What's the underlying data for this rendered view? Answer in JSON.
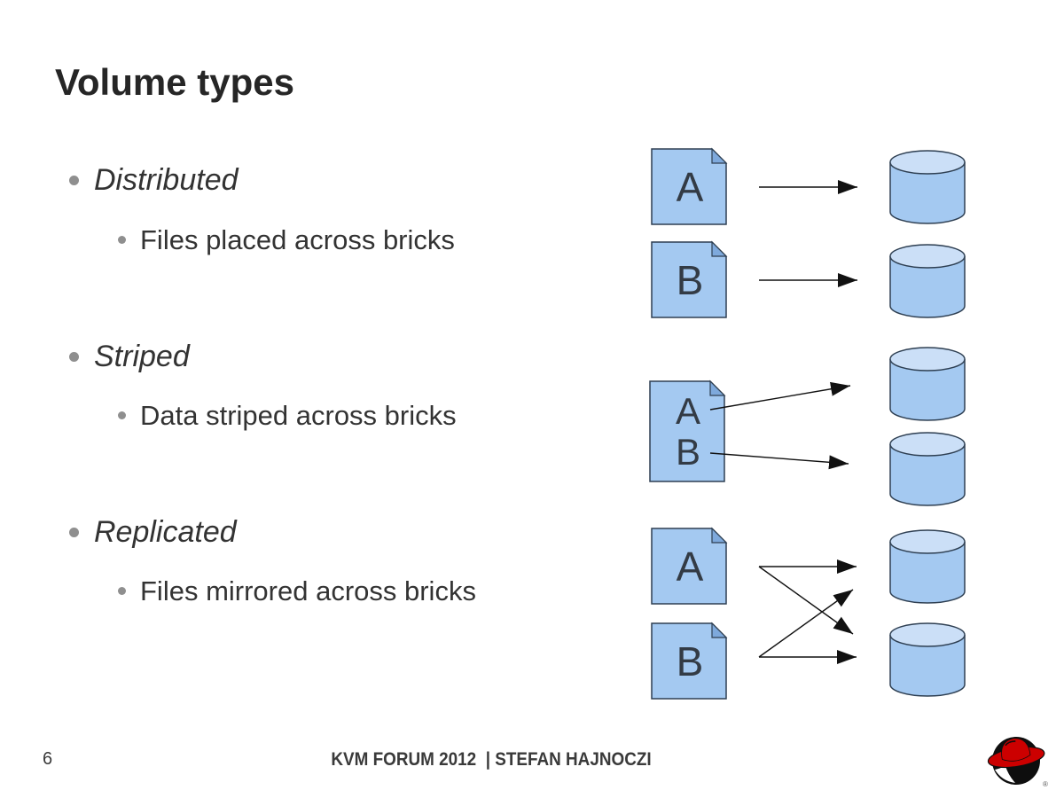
{
  "slide": {
    "title": "Volume types",
    "page_number": "6",
    "footer_text": "KVM FORUM 2012  | STEFAN HAJNOCZI",
    "bullets": [
      {
        "label": "Distributed",
        "detail": "Files placed across bricks"
      },
      {
        "label": "Striped",
        "detail": "Data striped across bricks"
      },
      {
        "label": "Replicated",
        "detail": "Files mirrored across bricks"
      }
    ]
  },
  "diagram": {
    "distributed": {
      "file_a": "A",
      "file_b": "B"
    },
    "striped": {
      "file_a": "A",
      "file_b": "B"
    },
    "replicated": {
      "file_a": "A",
      "file_b": "B"
    }
  },
  "logo": {
    "name": "Red Hat Shadowman",
    "registered_mark": "®"
  },
  "colors": {
    "document_fill": "#A4C9F1",
    "document_fold": "#7EA9DC",
    "cylinder_body": "#A4C9F1",
    "cylinder_top": "#CBDFF7",
    "shape_outline": "#2E3F52",
    "arrow": "#111111",
    "text": "#333333",
    "title_text": "#262626",
    "redhat_red": "#CC0000"
  }
}
